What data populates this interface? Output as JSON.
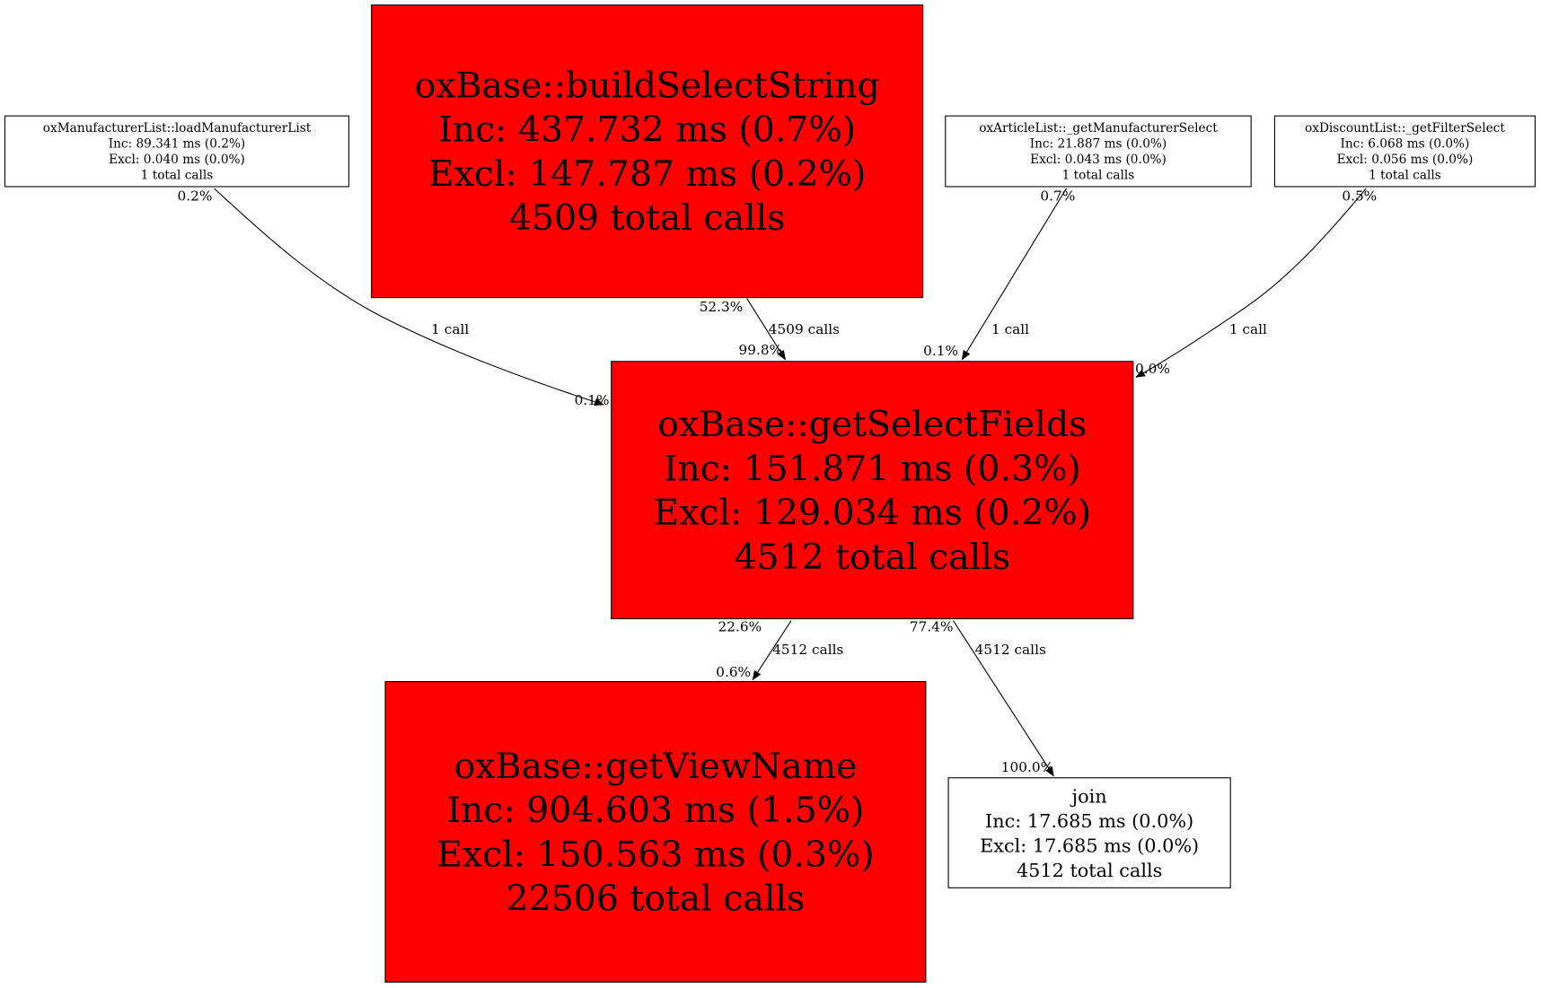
{
  "colors": {
    "hot": "#ff0000",
    "cold": "#ffffff",
    "stroke": "#000000"
  },
  "nodes": [
    {
      "id": "n_mfr",
      "lines": [
        "oxManufacturerList::loadManufacturerList",
        "Inc: 89.341 ms (0.2%)",
        "Excl: 0.040 ms (0.0%)",
        "1 total calls"
      ],
      "hot": false
    },
    {
      "id": "n_build",
      "lines": [
        "oxBase::buildSelectString",
        "Inc: 437.732 ms (0.7%)",
        "Excl: 147.787 ms (0.2%)",
        "4509 total calls"
      ],
      "hot": true
    },
    {
      "id": "n_art",
      "lines": [
        "oxArticleList::_getManufacturerSelect",
        "Inc: 21.887 ms (0.0%)",
        "Excl: 0.043 ms (0.0%)",
        "1 total calls"
      ],
      "hot": false
    },
    {
      "id": "n_disc",
      "lines": [
        "oxDiscountList::_getFilterSelect",
        "Inc: 6.068 ms (0.0%)",
        "Excl: 0.056 ms (0.0%)",
        "1 total calls"
      ],
      "hot": false
    },
    {
      "id": "n_fields",
      "lines": [
        "oxBase::getSelectFields",
        "Inc: 151.871 ms (0.3%)",
        "Excl: 129.034 ms (0.2%)",
        "4512 total calls"
      ],
      "hot": true
    },
    {
      "id": "n_view",
      "lines": [
        "oxBase::getViewName",
        "Inc: 904.603 ms (1.5%)",
        "Excl: 150.563 ms (0.3%)",
        "22506 total calls"
      ],
      "hot": true
    },
    {
      "id": "n_join",
      "lines": [
        "join",
        "Inc: 17.685 ms (0.0%)",
        "Excl: 17.685 ms (0.0%)",
        "4512 total calls"
      ],
      "hot": false
    }
  ],
  "edges": [
    {
      "id": "e1",
      "from": "n_mfr",
      "to": "n_fields",
      "tail": "0.2%",
      "label": "1 call",
      "head": "0.1%"
    },
    {
      "id": "e2",
      "from": "n_build",
      "to": "n_fields",
      "tail": "52.3%",
      "label": "4509 calls",
      "head": "99.8%"
    },
    {
      "id": "e3",
      "from": "n_art",
      "to": "n_fields",
      "tail": "0.7%",
      "label": "1 call",
      "head": "0.1%"
    },
    {
      "id": "e4",
      "from": "n_disc",
      "to": "n_fields",
      "tail": "0.5%",
      "label": "1 call",
      "head": "0.0%"
    },
    {
      "id": "e5",
      "from": "n_fields",
      "to": "n_view",
      "tail": "22.6%",
      "label": "4512 calls",
      "head": "0.6%"
    },
    {
      "id": "e6",
      "from": "n_fields",
      "to": "n_join",
      "tail": "77.4%",
      "label": "4512 calls",
      "head": "100.0%"
    }
  ]
}
